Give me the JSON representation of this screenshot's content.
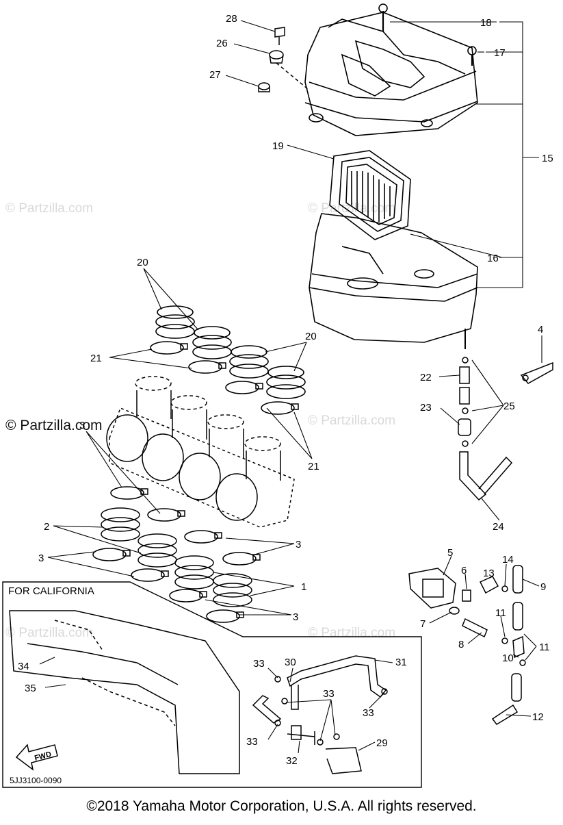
{
  "watermark": {
    "text": "© Partzilla.com",
    "prominent_text": "© Partzilla.com"
  },
  "callouts": [
    "1",
    "2",
    "3",
    "4",
    "5",
    "6",
    "7",
    "8",
    "9",
    "10",
    "11",
    "12",
    "13",
    "14",
    "15",
    "16",
    "17",
    "18",
    "19",
    "20",
    "21",
    "22",
    "23",
    "24",
    "25",
    "26",
    "27",
    "28",
    "29",
    "30",
    "31",
    "32",
    "33",
    "34",
    "35"
  ],
  "inset": {
    "title": "FOR CALIFORNIA"
  },
  "forward_arrow_label": "FWD",
  "diagram_code": "5JJ3100-0090",
  "copyright": "©2018  Yamaha Motor Corporation, U.S.A. All rights reserved."
}
